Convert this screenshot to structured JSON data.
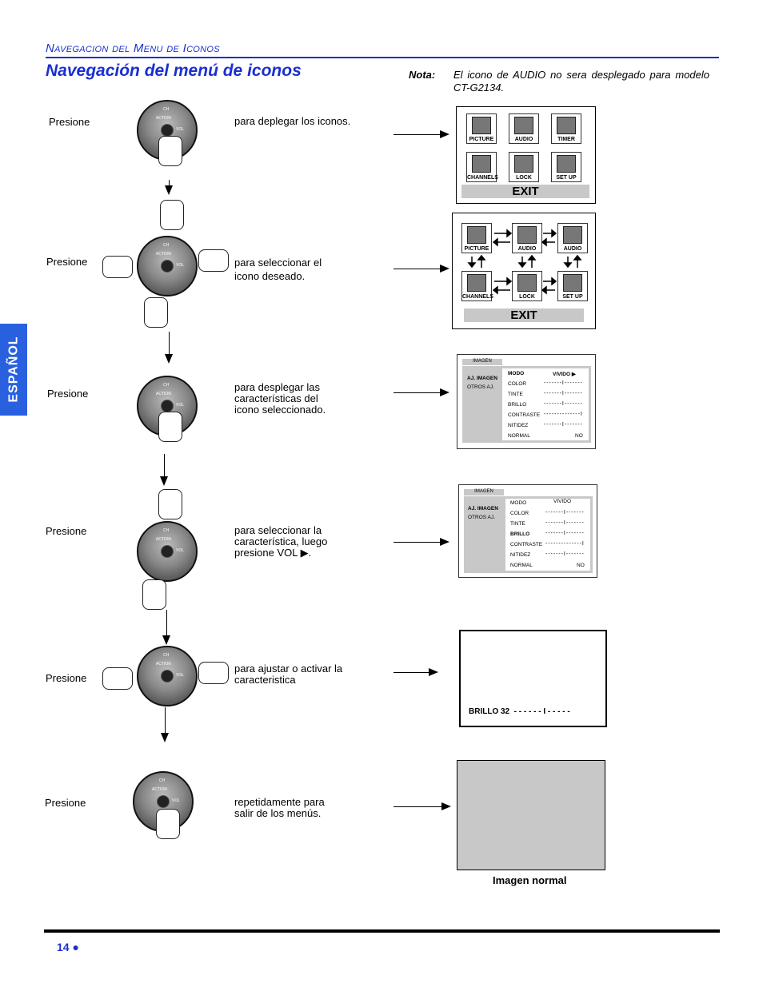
{
  "header": {
    "section": "Navegacion del Menu de Iconos",
    "title": "Navegación del menú de iconos",
    "nota_label": "Nota:",
    "nota_text": "El icono de AUDIO no sera desplegado para modelo CT-G2134."
  },
  "side_tab": "ESPAÑOL",
  "remote_labels": {
    "ch": "CH",
    "action": "ACTION",
    "vol": "VOL"
  },
  "steps": [
    {
      "label": "Presione",
      "desc": "para deplegar los iconos."
    },
    {
      "label": "Presione",
      "desc": "para seleccionar el icono deseado."
    },
    {
      "label": "Presione",
      "desc": "para desplegar las características del icono seleccionado."
    },
    {
      "label": "Presione",
      "desc": "para seleccionar la característica, luego presione VOL ▶."
    },
    {
      "label": "Presione",
      "desc": "para ajustar o activar la caracteristica"
    },
    {
      "label": "Presione",
      "desc": "repetidamente para salir de los menús."
    }
  ],
  "icon_menu": {
    "icons": [
      "PICTURE",
      "AUDIO",
      "TIMER",
      "CHANNELS",
      "LOCK",
      "SET UP"
    ],
    "icons2": [
      "PICTURE",
      "AUDIO",
      "AUDIO",
      "CHANNELS",
      "LOCK",
      "SET UP"
    ],
    "exit": "EXIT"
  },
  "imagen_menu": {
    "tab": "IMAGEN",
    "left_items": [
      "AJ. IMAGEN",
      "OTROS AJ."
    ],
    "rows": [
      {
        "name": "MODO",
        "value": "VIVIDO ▶"
      },
      {
        "name": "COLOR",
        "value": "- - - - - - - I - - - - - - -"
      },
      {
        "name": "TINTE",
        "value": "- - - - - - - I - - - - - - -"
      },
      {
        "name": "BRILLO",
        "value": "- - - - - - - I - - - - - - -"
      },
      {
        "name": "CONTRASTE",
        "value": "- - - - - - - - - - - - - - I"
      },
      {
        "name": "NITIDEZ",
        "value": "- - - - - - - I - - - - - - -"
      },
      {
        "name": "NORMAL",
        "value": "NO"
      }
    ],
    "rows2_mode_value": "VIVIDO"
  },
  "brillo_screen": {
    "text": "BRILLO 32  - - - - - - I - - - - -"
  },
  "normal_caption": "Imagen normal",
  "page": {
    "number": "14 ●"
  }
}
